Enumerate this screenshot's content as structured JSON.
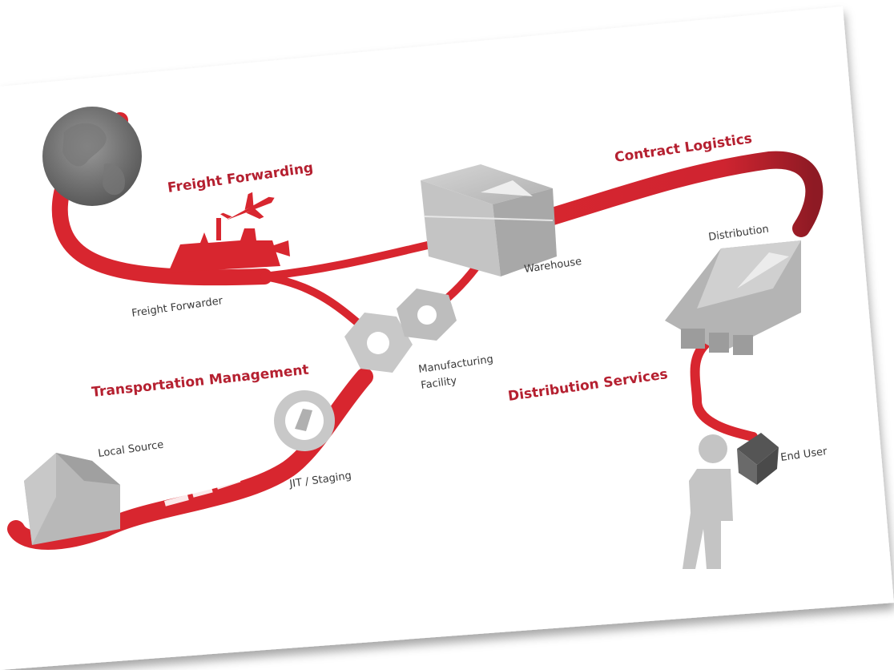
{
  "diagram": {
    "sections": {
      "freight_forwarding": "Freight Forwarding",
      "contract_logistics": "Contract Logistics",
      "transportation_management": "Transportation Management",
      "distribution_services": "Distribution Services"
    },
    "nodes": {
      "freight_forwarder": "Freight Forwarder",
      "warehouse": "Warehouse",
      "distribution": "Distribution",
      "manufacturing_line1": "Manufacturing",
      "manufacturing_line2": "Facility",
      "local_source": "Local Source",
      "jit_staging": "JIT / Staging",
      "end_user": "End User"
    },
    "icons": [
      "globe-icon",
      "airplane-icon",
      "ship-icon",
      "warehouse-box-icon",
      "hex-nut-icon",
      "gear-ring-icon",
      "house-icon",
      "truck-icon",
      "distribution-center-icon",
      "person-icon",
      "package-icon"
    ],
    "colors": {
      "ribbon_red": "#d8262f",
      "ribbon_dark": "#a8182a",
      "label_red": "#b52030",
      "icon_grey": "#b8b8b8"
    }
  }
}
